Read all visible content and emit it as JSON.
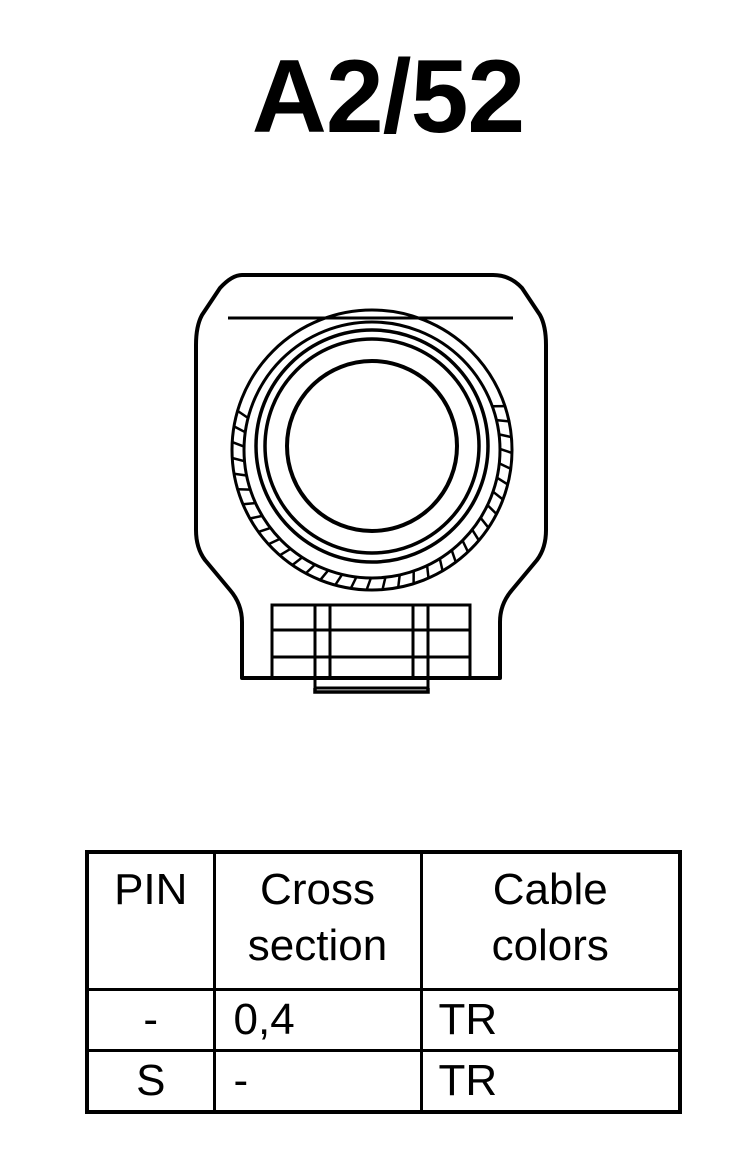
{
  "title": "A2/52",
  "table": {
    "headers": {
      "pin": [
        "PIN"
      ],
      "cross_section": [
        "Cross",
        "section"
      ],
      "cable_colors": [
        "Cable",
        "colors"
      ]
    },
    "rows": [
      {
        "pin": "-",
        "cross_section": "0,4",
        "cable_colors": "TR"
      },
      {
        "pin": "S",
        "cross_section": "-",
        "cable_colors": "TR"
      }
    ]
  },
  "colors": {
    "line": "#000000",
    "background": "#ffffff"
  }
}
